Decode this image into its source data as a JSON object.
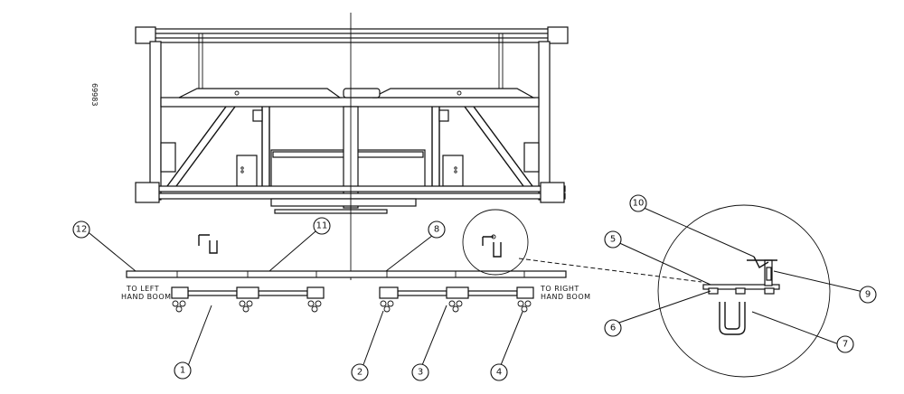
{
  "drawing": {
    "drawing_number": "69983",
    "notes": {
      "left_line1": "TO LEFT",
      "left_line2": "HAND BOOM",
      "right_line1": "TO RIGHT",
      "right_line2": "HAND BOOM"
    },
    "callouts": [
      {
        "id": "c1",
        "label": "1"
      },
      {
        "id": "c2",
        "label": "2"
      },
      {
        "id": "c3",
        "label": "3"
      },
      {
        "id": "c4",
        "label": "4"
      },
      {
        "id": "c5",
        "label": "5"
      },
      {
        "id": "c6",
        "label": "6"
      },
      {
        "id": "c7",
        "label": "7"
      },
      {
        "id": "c8",
        "label": "8"
      },
      {
        "id": "c9",
        "label": "9"
      },
      {
        "id": "c10",
        "label": "10"
      },
      {
        "id": "c11",
        "label": "11"
      },
      {
        "id": "c12",
        "label": "12"
      }
    ]
  }
}
